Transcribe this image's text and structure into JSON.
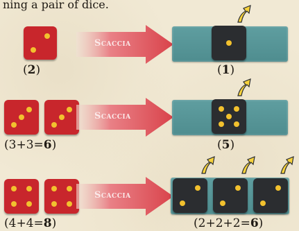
{
  "heading": "ning a pair of dice.",
  "action_label": "Scaccia",
  "rows": [
    {
      "left_caption": {
        "pre": "(",
        "bold": "2",
        "post": ")"
      },
      "right_caption": {
        "pre": "(",
        "bold": "1",
        "post": ")"
      }
    },
    {
      "left_caption": {
        "pre": "(3+3=",
        "bold": "6",
        "post": ")"
      },
      "right_caption": {
        "pre": "(",
        "bold": "5",
        "post": ")"
      }
    },
    {
      "left_caption": {
        "pre": "(4+4=",
        "bold": "8",
        "post": ")"
      },
      "right_caption": {
        "pre": "(2+2+2=",
        "bold": "6",
        "post": ")"
      }
    }
  ],
  "colors": {
    "red_die": "#c8262c",
    "dark_die": "#2b2d30",
    "pip": "#f2c12e",
    "tray": "#5f9ea0",
    "arrow": "#e0555c",
    "up_arrow": "#f7d23c"
  }
}
